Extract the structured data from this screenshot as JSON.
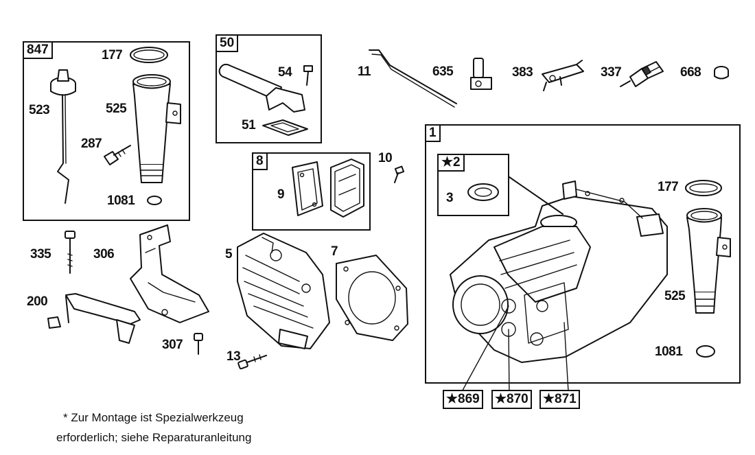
{
  "groups": {
    "g847": "847",
    "g50": "50",
    "g8": "8",
    "g1": "1",
    "g2": "★2"
  },
  "labels": {
    "p177a": "177",
    "p523": "523",
    "p525a": "525",
    "p287": "287",
    "p1081a": "1081",
    "p54": "54",
    "p51": "51",
    "p11": "11",
    "p635": "635",
    "p383": "383",
    "p337": "337",
    "p668": "668",
    "p10": "10",
    "p9": "9",
    "p3": "3",
    "p177b": "177",
    "p525b": "525",
    "p1081b": "1081",
    "p335": "335",
    "p306": "306",
    "p200": "200",
    "p307": "307",
    "p5": "5",
    "p7": "7",
    "p13": "13"
  },
  "starred": {
    "s869": "★869",
    "s870": "★870",
    "s871": "★871"
  },
  "note": {
    "line1": "*  Zur Montage ist Spezialwerkzeug",
    "line2": "erforderlich; siehe Reparaturanleitung"
  }
}
